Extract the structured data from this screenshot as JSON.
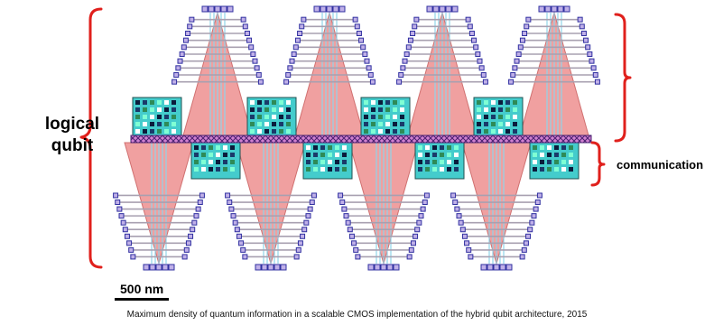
{
  "labels": {
    "logical_qubit": "logical qubit",
    "communication": "communication",
    "scale_bar": "500 nm"
  },
  "caption": "Maximum density of quantum information in a scalable CMOS implementation of the hybrid qubit architecture, 2015",
  "colors": {
    "bracket": "#e0201c",
    "gate_fill": "#f0a0a0",
    "gate_line": "#8fd4ea",
    "bus_fill": "#c070c0",
    "pad_fill": "#c0b0e8",
    "pad_border": "#3030a0",
    "logic_bg": "#44cccc"
  }
}
